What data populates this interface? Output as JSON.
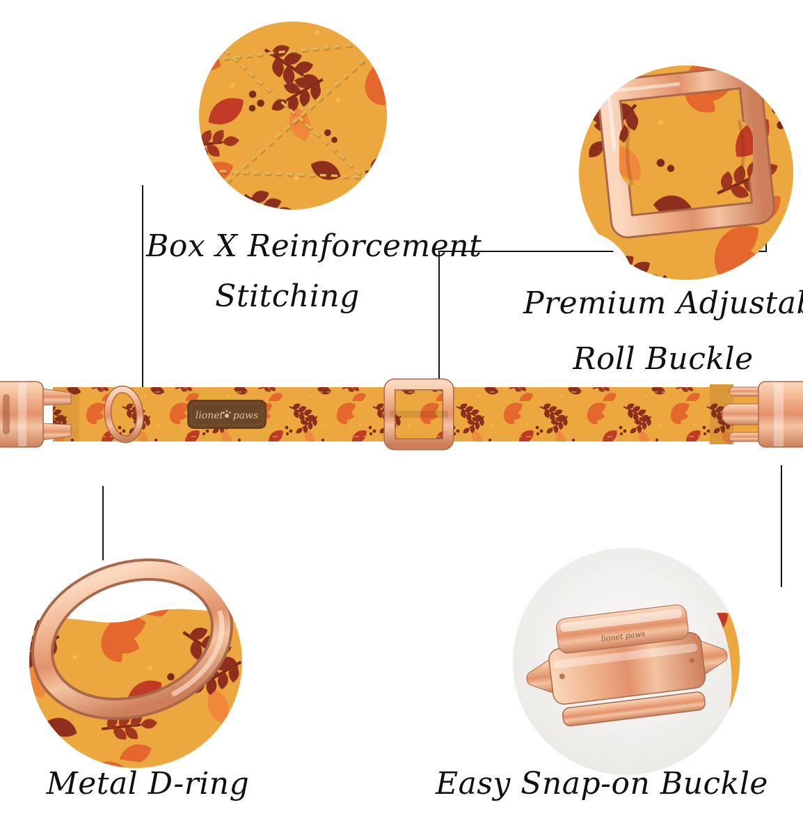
{
  "callouts": {
    "stitching": {
      "line1": "Box X Reinforcement",
      "line2": "Stitching"
    },
    "adjustable": {
      "line1": "Premium Adjustable",
      "line2": "Roll Buckle"
    },
    "dring": {
      "label": "Metal D-ring"
    },
    "snap": {
      "label": "Easy Snap-on Buckle"
    }
  },
  "brand_tag": {
    "left": "lionet",
    "right": "paws"
  },
  "buckle_engraving": "lionet paws",
  "colors": {
    "background": "#FFFFFF",
    "leader_line": "#141414",
    "rose_gold": "#E79F78",
    "rose_gold_dark": "#A9684A",
    "fabric_gold": "#ECA83E",
    "leaf_orange": "#E4682E",
    "leaf_light_orange": "#F0883C",
    "leaf_red": "#C13A26",
    "leaf_dark_red": "#8E2F1E",
    "stitch_thread": "#DFB65C",
    "tag_brown": "#6B4527",
    "tag_text": "#DCC09A"
  }
}
